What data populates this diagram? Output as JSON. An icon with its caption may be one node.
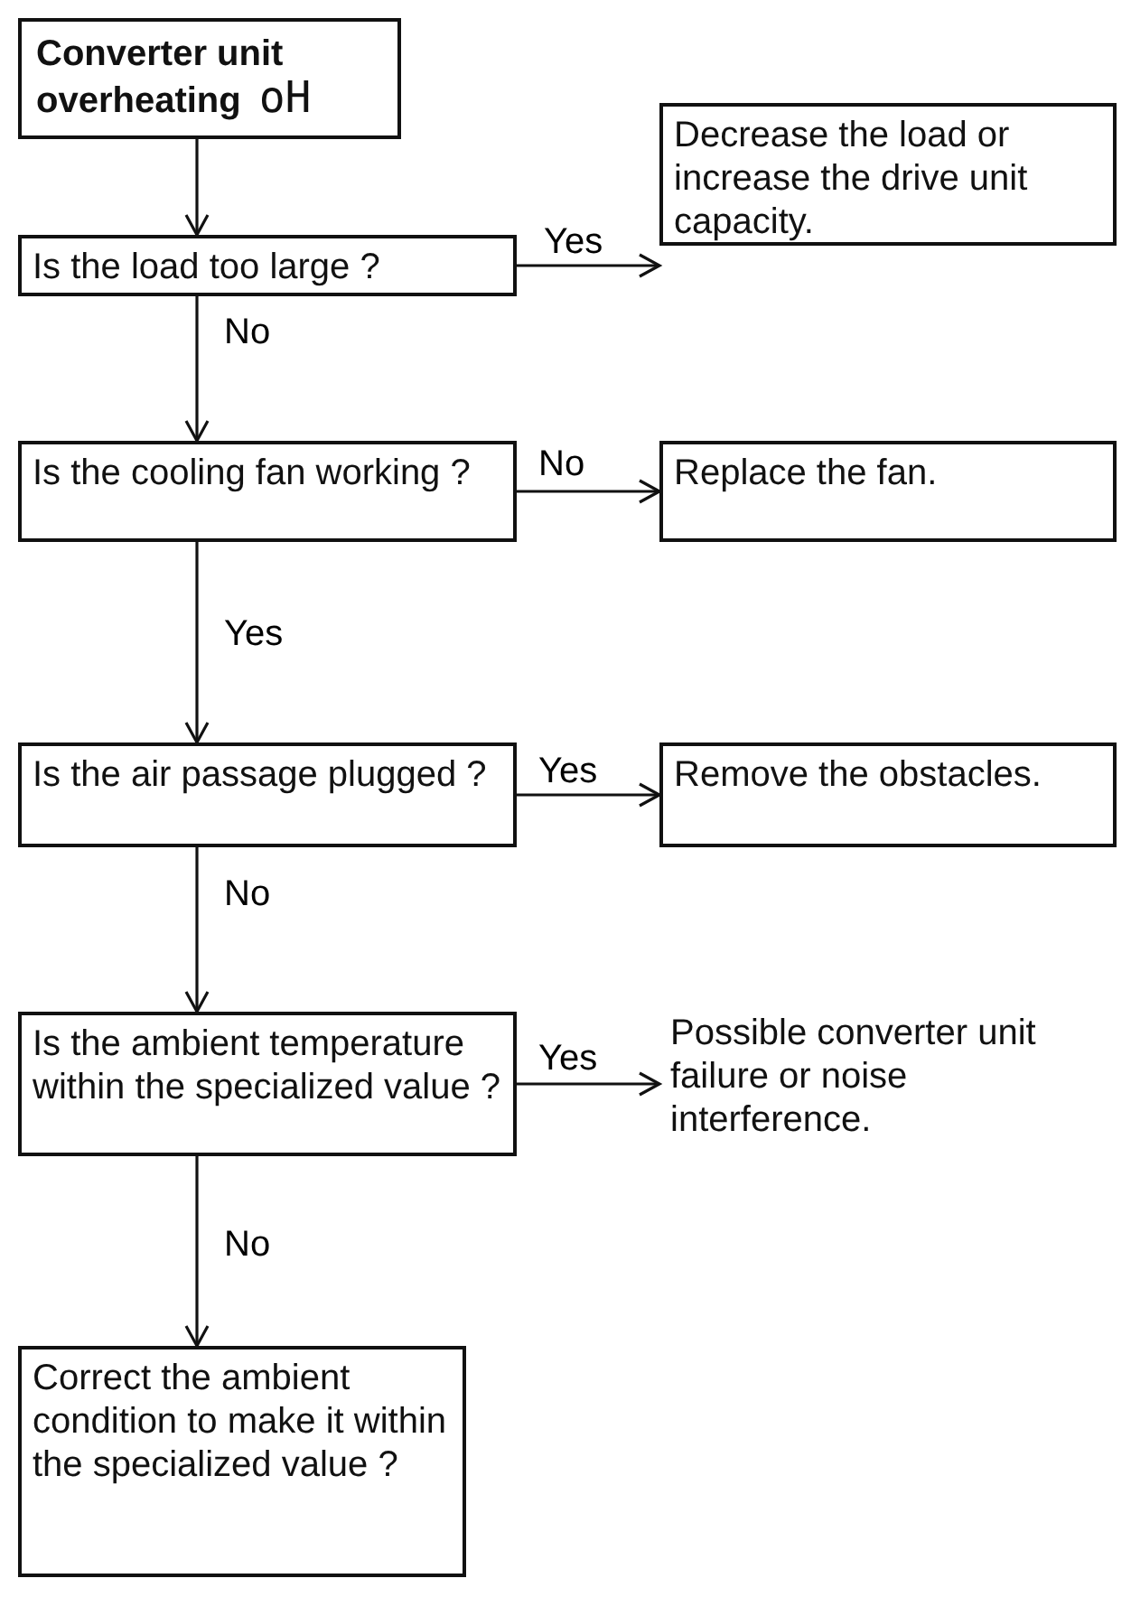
{
  "diagram": {
    "nodes": [
      {
        "text": [
          "Converter unit overheating",
          "oH"
        ]
      },
      {
        "text": [
          "Is the load too large ?"
        ]
      },
      {
        "text": [
          "Decrease the load or increase the drive unit capacity."
        ]
      },
      {
        "text": [
          "Is the cooling fan working ?"
        ]
      },
      {
        "text": [
          "Replace the fan."
        ]
      },
      {
        "text": [
          "Is the air passage plugged ?"
        ]
      },
      {
        "text": [
          "Remove the obstacles."
        ]
      },
      {
        "text": [
          "Is the ambient temperature within the specialized value ?"
        ]
      },
      {
        "text": [
          "Possible converter unit failure or noise interference."
        ]
      },
      {
        "text": [
          "Correct the ambient condition to make it within the specialized value ?"
        ]
      }
    ],
    "edges": [
      {
        "from": 0,
        "to": 1,
        "arrow": "to"
      },
      {
        "from": 1,
        "to": 2,
        "arrow": "to",
        "label": "Yes"
      },
      {
        "from": 1,
        "to": 3,
        "arrow": "to",
        "label": "No"
      },
      {
        "from": 3,
        "to": 4,
        "arrow": "to",
        "label": "No"
      },
      {
        "from": 3,
        "to": 5,
        "arrow": "to",
        "label": "Yes"
      },
      {
        "from": 5,
        "to": 6,
        "arrow": "to",
        "label": "Yes"
      },
      {
        "from": 5,
        "to": 7,
        "arrow": "to",
        "label": "No"
      },
      {
        "from": 7,
        "to": 8,
        "arrow": "to",
        "label": "Yes"
      },
      {
        "from": 7,
        "to": 9,
        "arrow": "to",
        "label": "No"
      }
    ]
  }
}
